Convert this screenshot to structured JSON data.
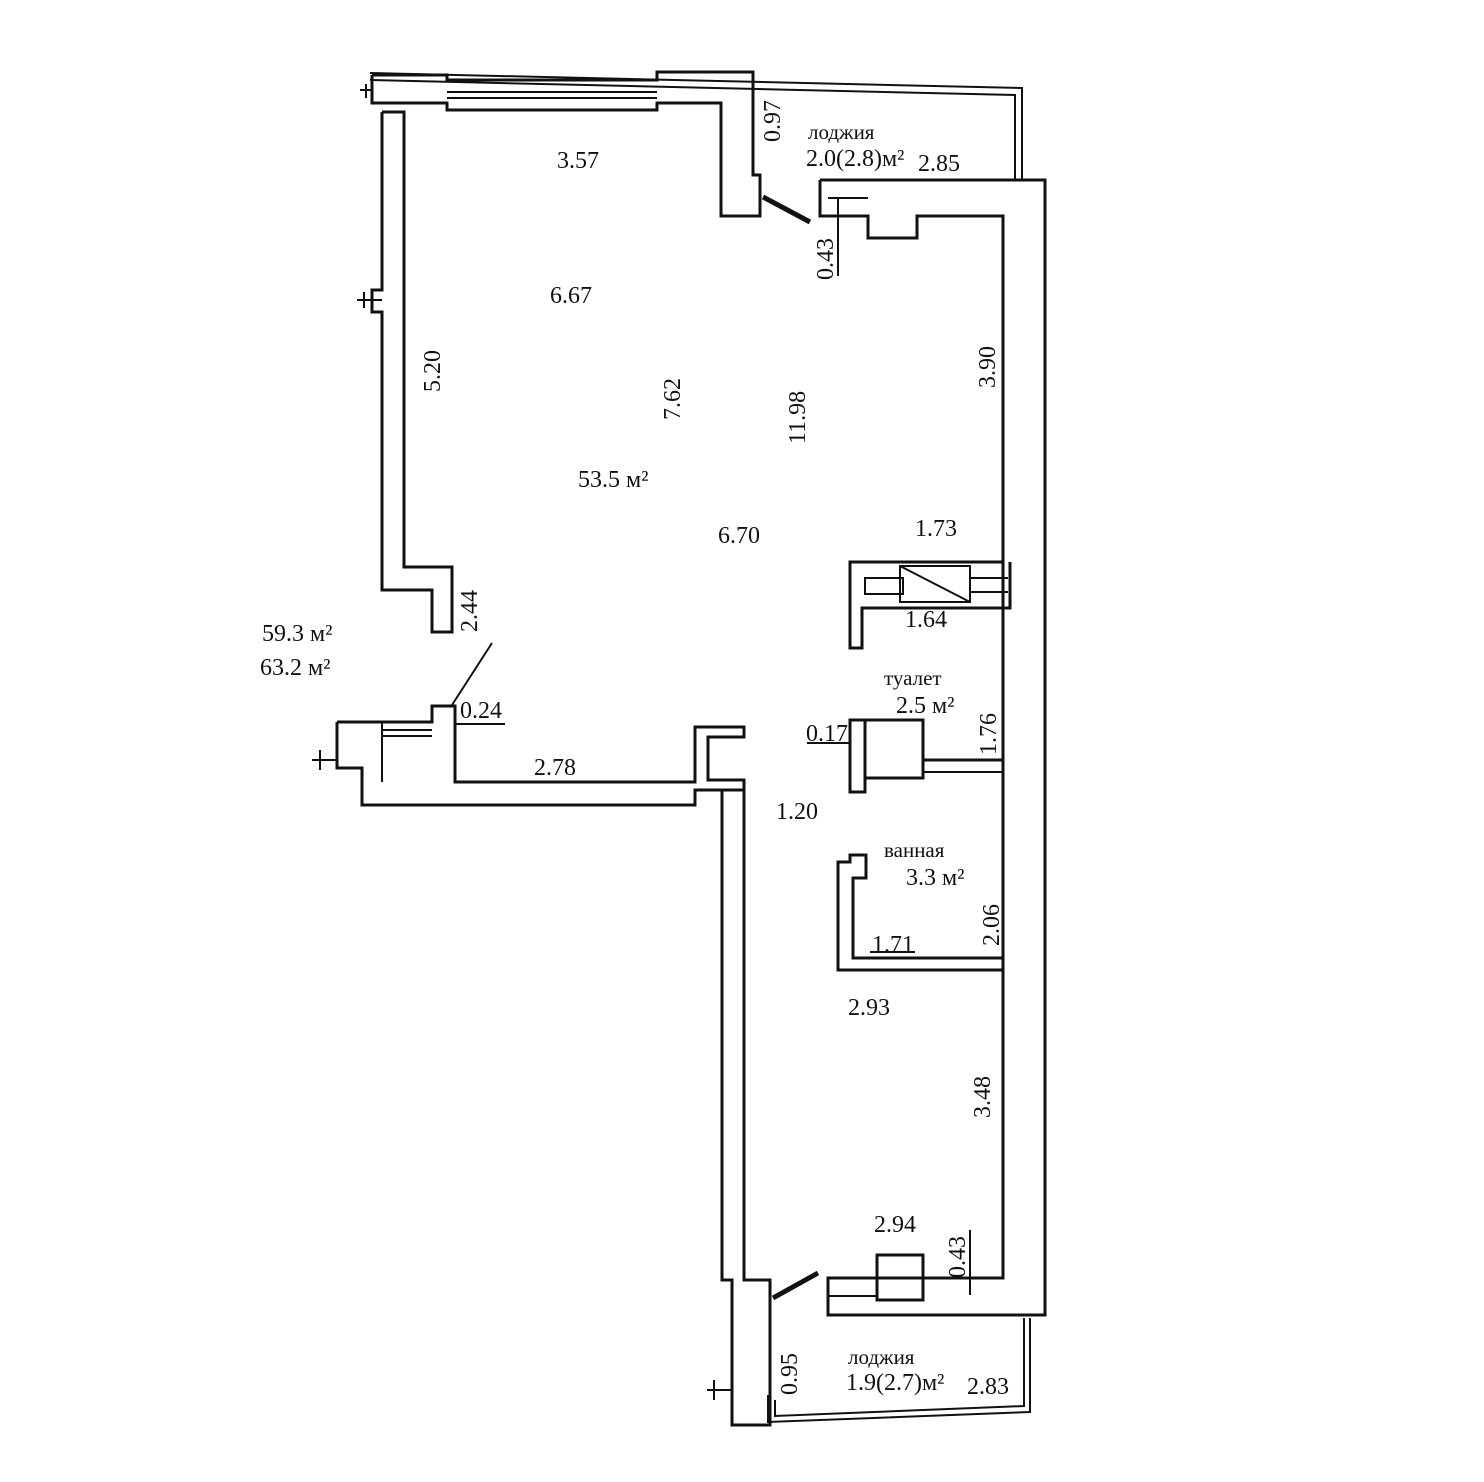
{
  "labels": {
    "top_width": "3.57",
    "upper_width": "6.67",
    "left_height": "5.20",
    "mid_height": "7.62",
    "total_height": "11.98",
    "living_area": "53.5 м²",
    "lower_width": "6.70",
    "left_notch": "2.44",
    "net_area": "59.3 м²",
    "gross_area": "63.2 м²",
    "small_024": "0.24",
    "corridor_width": "2.78",
    "corridor_depth": "1.20",
    "right_upper_height": "3.90",
    "right_notch_width": "1.73",
    "stair_width": "1.64",
    "toilet_name": "туалет",
    "toilet_area": "2.5 м²",
    "toilet_height": "1.76",
    "toilet_0_17": "0.17",
    "bath_name": "ванная",
    "bath_area": "3.3 м²",
    "bath_height": "2.06",
    "bath_width": "1.71",
    "lower_room_width": "2.93",
    "lower_room_height": "3.48",
    "bottom_window_width": "2.94",
    "bottom_small": "0.43",
    "top_small": "0.43",
    "top_loggia_depth": "0.97",
    "top_loggia_name": "лоджия",
    "top_loggia_area": "2.0(2.8)м²",
    "top_loggia_width": "2.85",
    "bottom_loggia_depth": "0.95",
    "bottom_loggia_name": "лоджия",
    "bottom_loggia_area": "1.9(2.7)м²",
    "bottom_loggia_width": "2.83"
  },
  "colors": {
    "line": "#111111",
    "background": "#ffffff"
  }
}
